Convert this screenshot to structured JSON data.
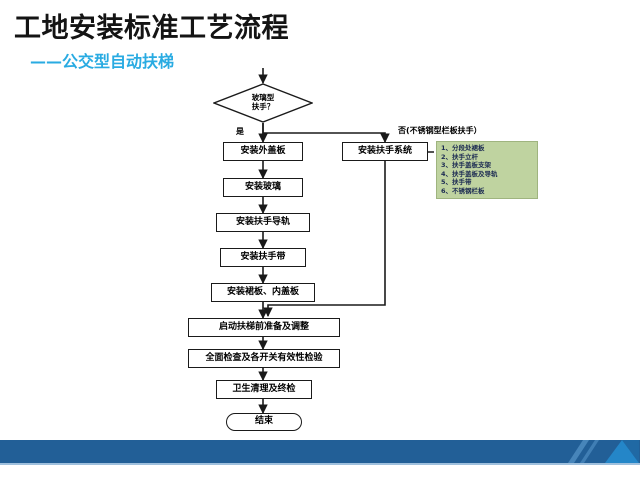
{
  "slide": {
    "title": "工地安装标准工艺流程",
    "subtitle": "——公交型自动扶梯",
    "accent_color": "#29ABE2",
    "footer_color": "#225F97",
    "note_color": "#BFD3A0"
  },
  "flow": {
    "decision": {
      "line1": "玻璃型",
      "line2": "扶手？"
    },
    "labels": {
      "yes": "是",
      "no": "否(不锈钢型栏板扶手）"
    },
    "left_branch": [
      {
        "label": "安装外盖板"
      },
      {
        "label": "安装玻璃"
      },
      {
        "label": "安装扶手导轨"
      },
      {
        "label": "安装扶手带"
      },
      {
        "label": "安装裙板、内盖板"
      }
    ],
    "right_branch": [
      {
        "label": "安装扶手系统"
      }
    ],
    "merged": [
      {
        "label": "启动扶梯前准备及调整"
      },
      {
        "label": "全面检查及各开关有效性检验"
      },
      {
        "label": "卫生清理及终检"
      }
    ],
    "end": {
      "label": "结束"
    }
  },
  "note": {
    "items": [
      "1、分段处裙板",
      "2、扶手立杆",
      "3、扶手盖板支架",
      "4、扶手盖板及导轨",
      "5、扶手带",
      "6、不锈钢栏板"
    ]
  }
}
